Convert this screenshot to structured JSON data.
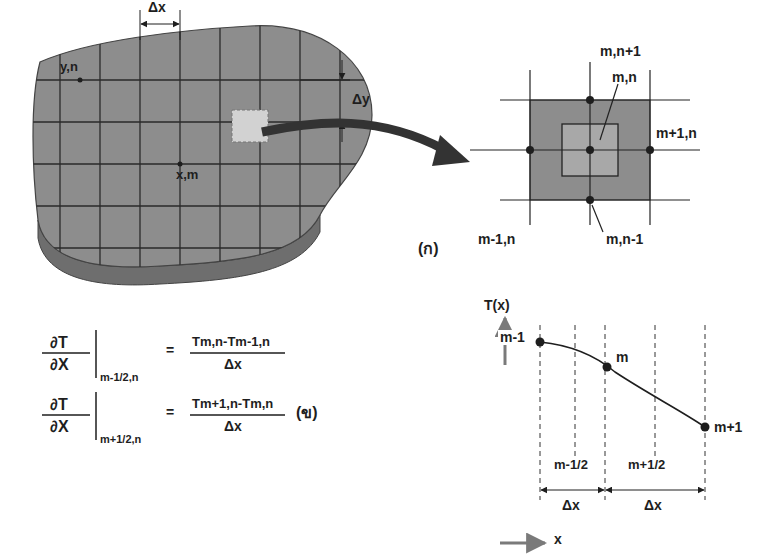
{
  "diagram": {
    "labels": [
      "Δx",
      "Δy",
      "y,n",
      "x,m",
      "m,n+1",
      "m,n",
      "m+1,n",
      "m-1,n",
      "m,n-1",
      "(ก)",
      "T(x)",
      "m-1",
      "m",
      "m+1",
      "m-1/2",
      "m+1/2",
      "Δx",
      "Δx",
      "x",
      "∂T",
      "∂X",
      "m-1/2,n",
      "=",
      "Tm,n-Tm-1,n",
      "Δx",
      "∂T",
      "∂X",
      "m+1/2,n",
      "=",
      "Tm+1,n-Tm,n",
      "Δx",
      "(ข)"
    ]
  }
}
